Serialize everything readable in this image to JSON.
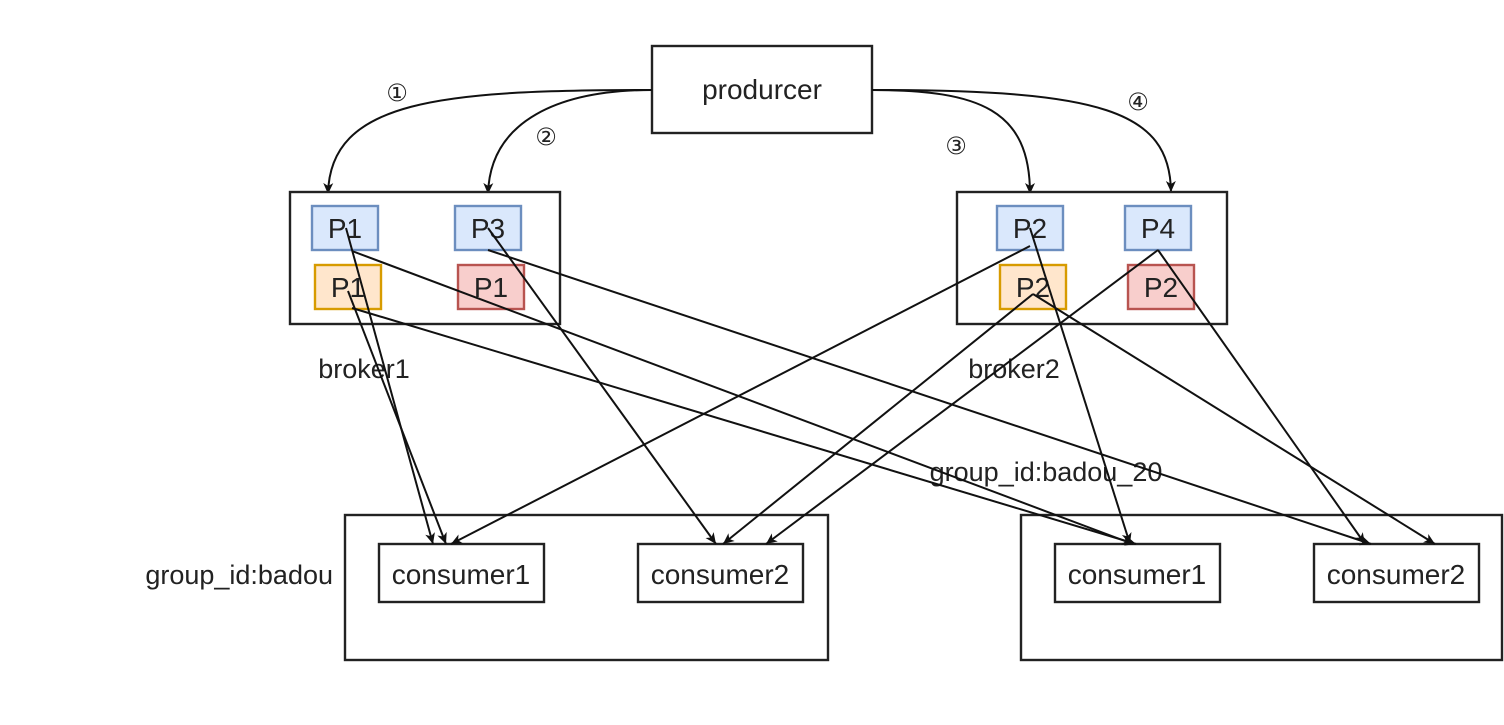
{
  "producer": {
    "label": "produrcer"
  },
  "steps": [
    "①",
    "②",
    "③",
    "④"
  ],
  "brokers": [
    {
      "label": "broker1",
      "partitions": [
        {
          "label": "P1",
          "kind": "leader"
        },
        {
          "label": "P3",
          "kind": "leader"
        },
        {
          "label": "P1",
          "kind": "replica-orange"
        },
        {
          "label": "P1",
          "kind": "replica-red"
        }
      ]
    },
    {
      "label": "broker2",
      "partitions": [
        {
          "label": "P2",
          "kind": "leader"
        },
        {
          "label": "P4",
          "kind": "leader"
        },
        {
          "label": "P2",
          "kind": "replica-orange"
        },
        {
          "label": "P2",
          "kind": "replica-red"
        }
      ]
    }
  ],
  "groups": [
    {
      "label": "group_id:badou",
      "consumers": [
        "consumer1",
        "consumer2"
      ]
    },
    {
      "label": "group_id:badou_20",
      "consumers": [
        "consumer1",
        "consumer2"
      ]
    }
  ],
  "colors": {
    "leader_fill": "#dae8fc",
    "leader_stroke": "#6c8ebf",
    "orange_fill": "#ffe6cc",
    "orange_stroke": "#d79b00",
    "red_fill": "#f8cecc",
    "red_stroke": "#b85450"
  }
}
